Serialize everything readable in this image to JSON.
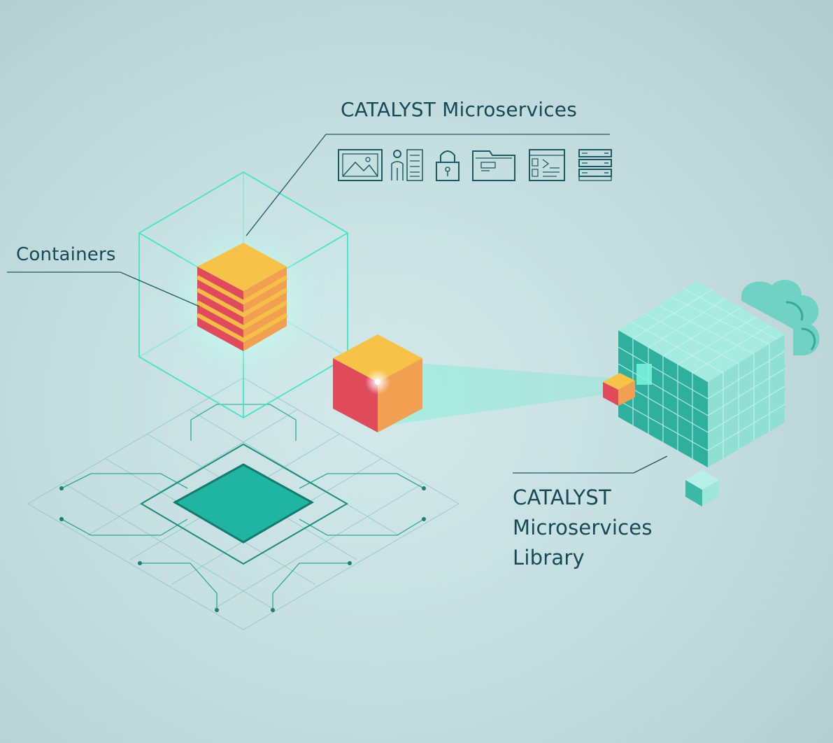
{
  "labels": {
    "microservices": "CATALYST Microservices",
    "containers": "Containers",
    "library": [
      "CATALYST",
      "Microservices",
      "Library"
    ]
  },
  "icons": [
    "image-icon",
    "user-checklist-icon",
    "lock-icon",
    "folder-icon",
    "terminal-window-icon",
    "server-stack-icon"
  ],
  "colors": {
    "background": "#c6dfe0",
    "line": "#1a5a63",
    "neon": "#3de3c2",
    "teal": "#1fb5a2",
    "cube_top": "#f6c247",
    "cube_left": "#e04b5c",
    "cube_right": "#f0a050"
  }
}
